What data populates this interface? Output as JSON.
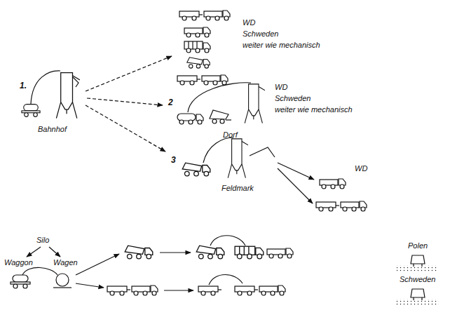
{
  "diagram": {
    "labels": [
      "1.",
      "Bahnhof",
      "WD",
      "Schweden",
      "weiter wie mechanisch",
      "2",
      "Dorf",
      "WD",
      "Schweden",
      "weiter wie mechanisch",
      "3",
      "Feldmark",
      "WD",
      "Silo",
      "Waggon",
      "Wagen",
      "Polen",
      "Schweden"
    ]
  }
}
